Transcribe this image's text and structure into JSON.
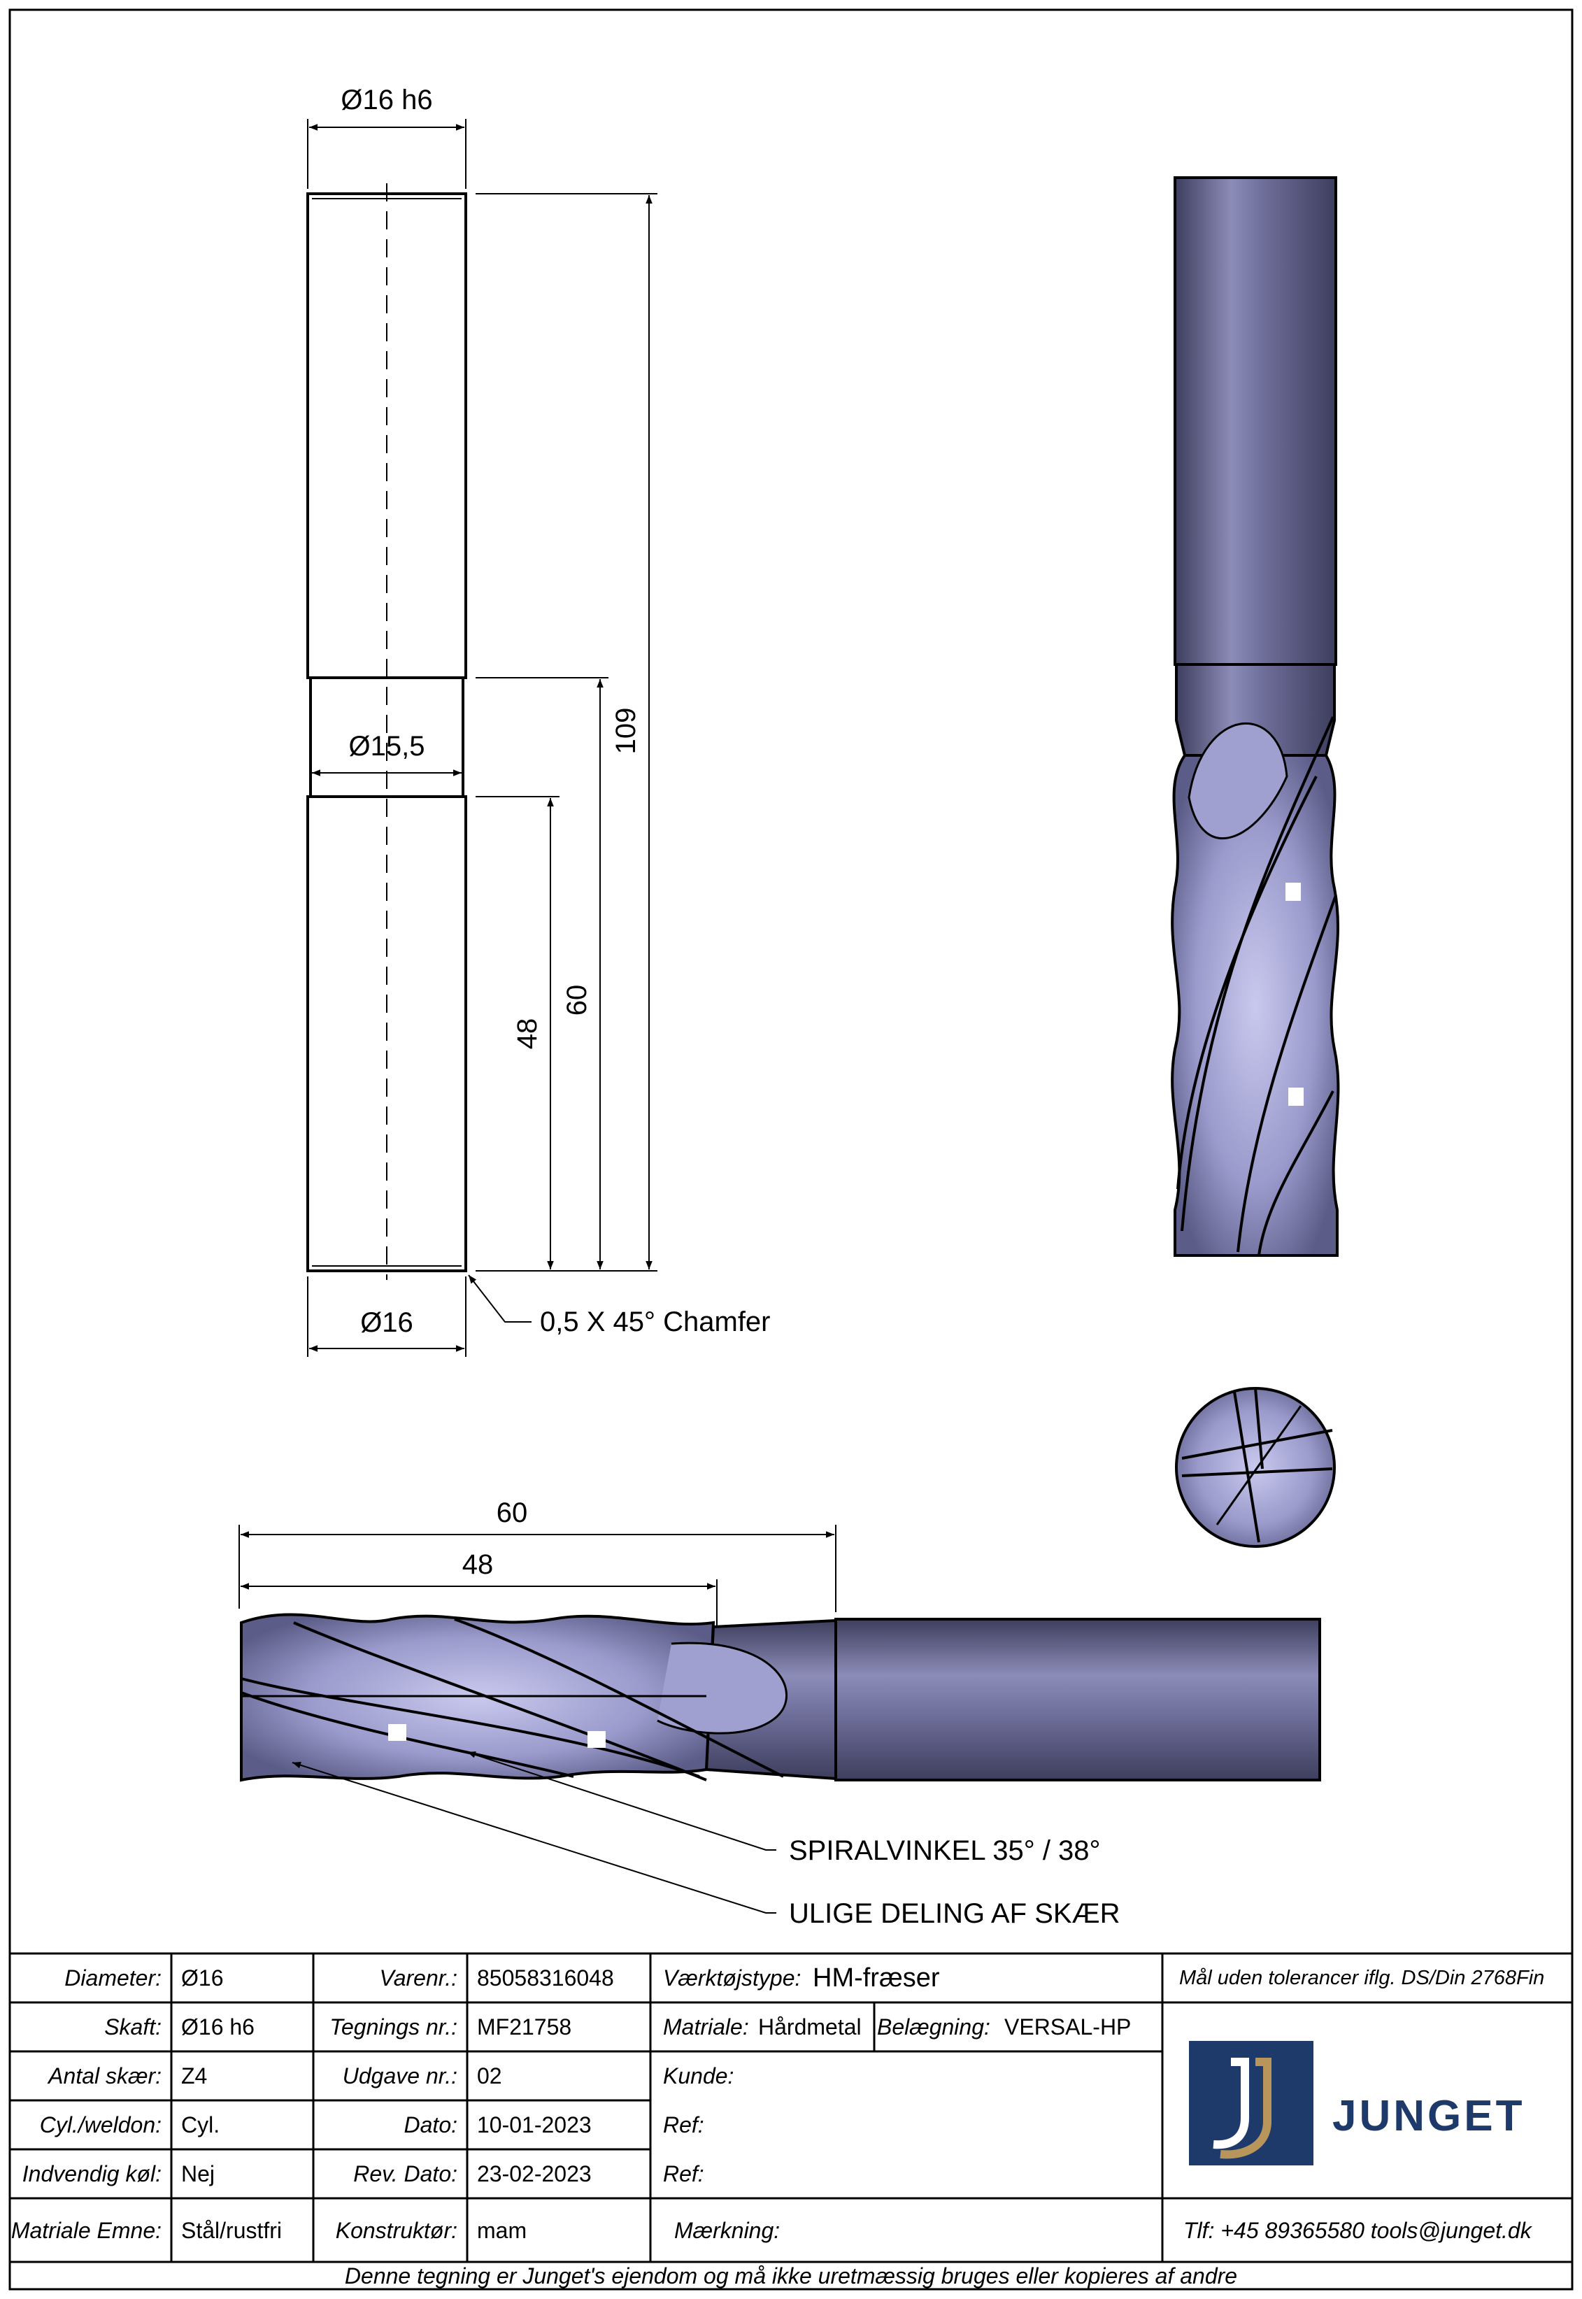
{
  "dimensions": {
    "shank_diameter": "Ø16 h6",
    "neck_diameter": "Ø15,5",
    "cutter_diameter": "Ø16",
    "overall_length": "109",
    "neck_length": "60",
    "cutting_length": "48",
    "chamfer_note": "0,5 X 45° Chamfer",
    "side_view_neck_length": "60",
    "side_view_cutting_length": "48"
  },
  "callouts": {
    "helix": "SPIRALVINKEL 35° / 38°",
    "pitch": "ULIGE DELING AF SKÆR"
  },
  "colors": {
    "tool_body": "#6e6e9a",
    "tool_light": "#a9a9d6",
    "tool_dark": "#3e3e5e",
    "logo_blue": "#1e3a6a",
    "logo_gold": "#b8955a"
  },
  "title_block": {
    "rows": [
      {
        "label1": "Diameter:",
        "value1": "Ø16",
        "label2": "Varenr.:",
        "value2": "85058316048"
      },
      {
        "label1": "Skaft:",
        "value1": "Ø16 h6",
        "label2": "Tegnings nr.:",
        "value2": "MF21758"
      },
      {
        "label1": "Antal skær:",
        "value1": "Z4",
        "label2": "Udgave nr.:",
        "value2": "02"
      },
      {
        "label1": "Cyl./weldon:",
        "value1": "Cyl.",
        "label2": "Dato:",
        "value2": "10-01-2023"
      },
      {
        "label1": "Indvendig køl:",
        "value1": "Nej",
        "label2": "Rev. Dato:",
        "value2": "23-02-2023"
      },
      {
        "label1": "Matriale Emne:",
        "value1": "Stål/rustfri",
        "label2": "Konstruktør:",
        "value2": "mam"
      }
    ],
    "tool_type_label": "Værktøjstype:",
    "tool_type_value": "HM-fræser",
    "material_label": "Matriale:",
    "material_value": "Hårdmetal",
    "coating_label": "Belægning:",
    "coating_value": "VERSAL-HP",
    "customer_label": "Kunde:",
    "ref1_label": "Ref:",
    "ref2_label": "Ref:",
    "marking_label": "Mærkning:",
    "tolerance_note": "Mål uden tolerancer iflg. DS/Din 2768Fin",
    "logo_text": "JUNGET",
    "contact": "Tlf: +45 89365580  tools@junget.dk",
    "footer": "Denne tegning er Junget's ejendom og må ikke uretmæssig bruges eller kopieres af andre"
  }
}
